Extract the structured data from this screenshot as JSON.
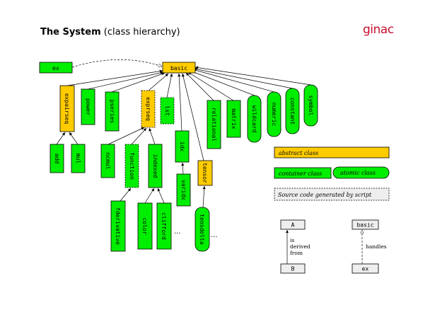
{
  "title": {
    "bold": "The System",
    "rest": "(class hierarchy)"
  },
  "logo": "ginac",
  "colors": {
    "abstract": "#ffcc00",
    "container": "#00ee00",
    "atomic": "#00ee00",
    "generated": "#eeeeee"
  },
  "nodes": {
    "basic": "basic",
    "ex": "ex",
    "expairseq": "expairseq",
    "power": "power",
    "pseries": "pseries",
    "exprseq": "exprseq",
    "lst": "lst",
    "idx": "idx",
    "tensor": "tensor",
    "relational": "relational",
    "matrix": "matrix",
    "wildcard": "wildcard",
    "numeric": "numeric",
    "constant": "constant",
    "symbol": "symbol",
    "add": "add",
    "mul": "mul",
    "ncmul": "ncmul",
    "function": "function",
    "indexed": "indexed",
    "varidx": "varidx",
    "tensdelta": "tensdelta",
    "fderivative": "fderivative",
    "color": "color",
    "clifford": "clifford"
  },
  "ellipsis_1": "...",
  "ellipsis_2": "...",
  "legend": {
    "abstract": "abstract class",
    "container": "container class",
    "atomic": "atomic class",
    "generated": "Source code generated by script",
    "derived_a": "A",
    "derived_b": "B",
    "derived_label_1": "is",
    "derived_label_2": "derived",
    "derived_label_3": "from",
    "handles_top": "basic",
    "handles_bottom": "ex",
    "handles_label": "handles"
  }
}
